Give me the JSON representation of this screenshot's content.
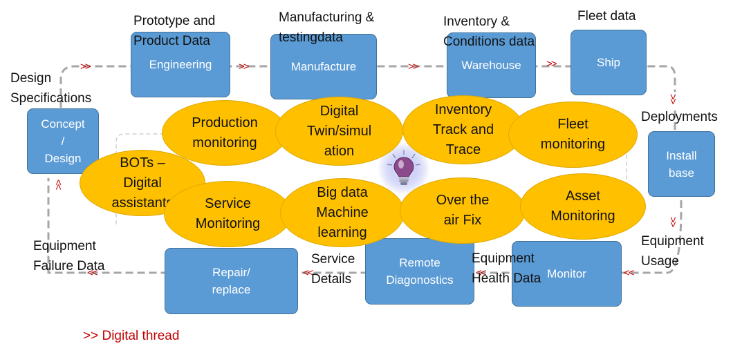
{
  "process_boxes": {
    "engineering": "Engineering",
    "manufacture": "Manufacture",
    "warehouse": "Warehouse",
    "ship": "Ship",
    "concept_design": "Concept\n/\nDesign",
    "install_base": "Install\nbase",
    "repair_replace": "Repair/\nreplace",
    "remote_diagnostics": "Remote\nDiagonostics",
    "monitor": "Monitor"
  },
  "data_labels": {
    "prototype": "Prototype and\nProduct Data",
    "manufacturing": "Manufacturing &\ntestingdata",
    "inventory_conditions": "Inventory &\nConditions data",
    "fleet_data": "Fleet data",
    "design_specs": "Design\nSpecifications",
    "deployments": "Deployments",
    "equipment_usage": "Equipment\nUsage",
    "equipment_health": "Equipment\nHealth Data",
    "service_details": "Service\nDetails",
    "equipment_failure": "Equipment\nFailure Data"
  },
  "capabilities": {
    "production_monitoring": "Production\nmonitoring",
    "digital_twin": "Digital\nTwin/simul\nation",
    "inventory_track": "Inventory\nTrack and\nTrace",
    "fleet_monitoring": "Fleet\nmonitoring",
    "bots": "BOTs –\nDigital\nassistants",
    "service_monitoring": "Service\nMonitoring",
    "big_data": "Big data\nMachine\nlearning",
    "ota_fix": "Over the\nair Fix",
    "asset_monitoring": "Asset\nMonitoring"
  },
  "thread_marker": ">>",
  "legend": ">> Digital thread",
  "colors": {
    "process_box": "#5b9bd5",
    "capability": "#ffc000",
    "thread_line": "#a6a6a6",
    "thread_marker": "#c00000"
  },
  "icons": {
    "center": "lightbulb-icon"
  }
}
